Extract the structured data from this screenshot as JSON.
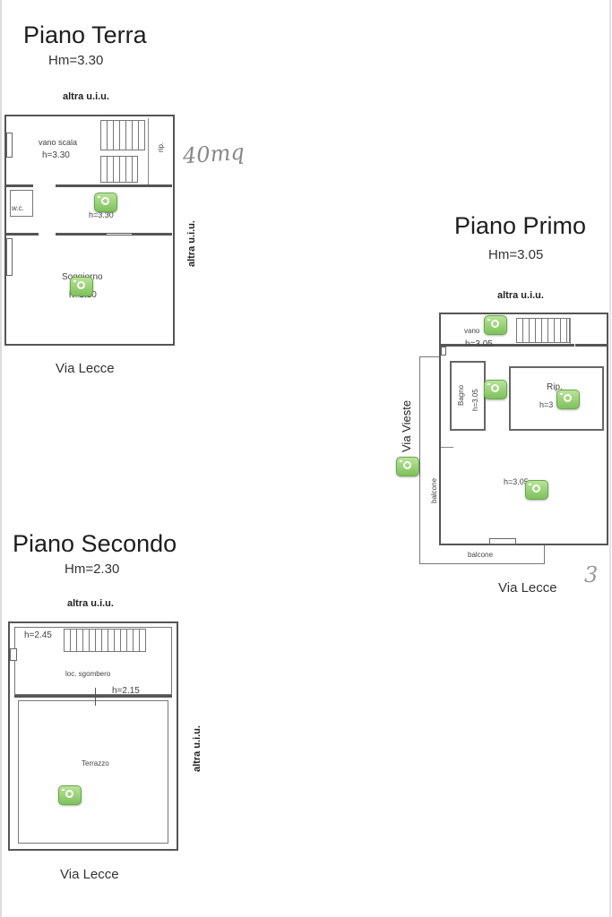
{
  "ground": {
    "title": "Piano Terra",
    "hm": "Hm=3.30",
    "top_label": "altra u.i.u.",
    "side_label": "altra u.i.u.",
    "street": "Via Lecce",
    "stair_room": "vano scala",
    "stair_height": "h=3.30",
    "rip": "rip.",
    "wc": "w.c.",
    "mid_height": "h=3.30",
    "living": "Soggiorno",
    "living_height": "h=3.30",
    "handwritten": "40mq"
  },
  "first": {
    "title": "Piano Primo",
    "hm": "Hm=3.05",
    "top_label": "altra u.i.u.",
    "street": "Via Lecce",
    "side_street": "Via Vieste",
    "stair_room": "vano",
    "stair_height": "h=3.05",
    "bath": "Bagno",
    "bath_height": "h=3.05",
    "rip": "Rip.",
    "rip_height": "h=3",
    "main_height": "h=3.05",
    "balcony_side": "balcone",
    "balcony_bottom": "balcone",
    "handwritten": "3"
  },
  "second": {
    "title": "Piano Secondo",
    "hm": "Hm=2.30",
    "top_label": "altra u.i.u.",
    "side_label": "altra u.i.u.",
    "street": "Via Lecce",
    "corner_height": "h=2.45",
    "storage": "loc. sgombero",
    "storage_height": "h=2.15",
    "terrace": "Terrazzo"
  },
  "icons": [
    "camera-icon"
  ],
  "colors": {
    "camera_green": "#7ec25a",
    "wall": "#555555"
  }
}
